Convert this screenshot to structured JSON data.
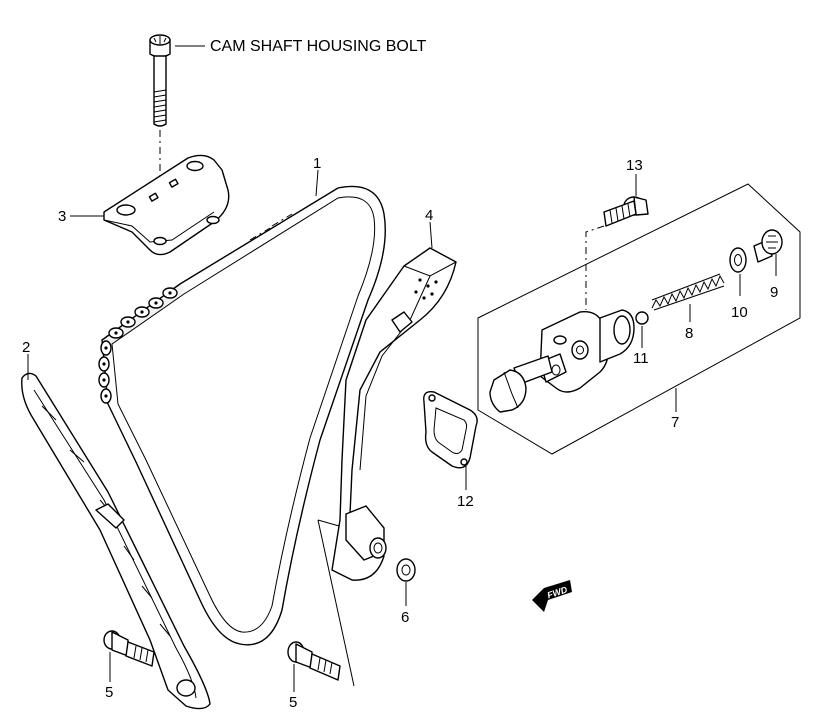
{
  "title": "CAM SHAFT HOUSING BOLT",
  "callouts": [
    {
      "id": "c1",
      "text": "1"
    },
    {
      "id": "c2",
      "text": "2"
    },
    {
      "id": "c3",
      "text": "3"
    },
    {
      "id": "c4",
      "text": "4"
    },
    {
      "id": "c5a",
      "text": "5"
    },
    {
      "id": "c5b",
      "text": "5"
    },
    {
      "id": "c6",
      "text": "6"
    },
    {
      "id": "c7",
      "text": "7"
    },
    {
      "id": "c8",
      "text": "8"
    },
    {
      "id": "c9",
      "text": "9"
    },
    {
      "id": "c10",
      "text": "10"
    },
    {
      "id": "c11",
      "text": "11"
    },
    {
      "id": "c12",
      "text": "12"
    },
    {
      "id": "c13",
      "text": "13"
    }
  ],
  "direction_badge": "FWD"
}
